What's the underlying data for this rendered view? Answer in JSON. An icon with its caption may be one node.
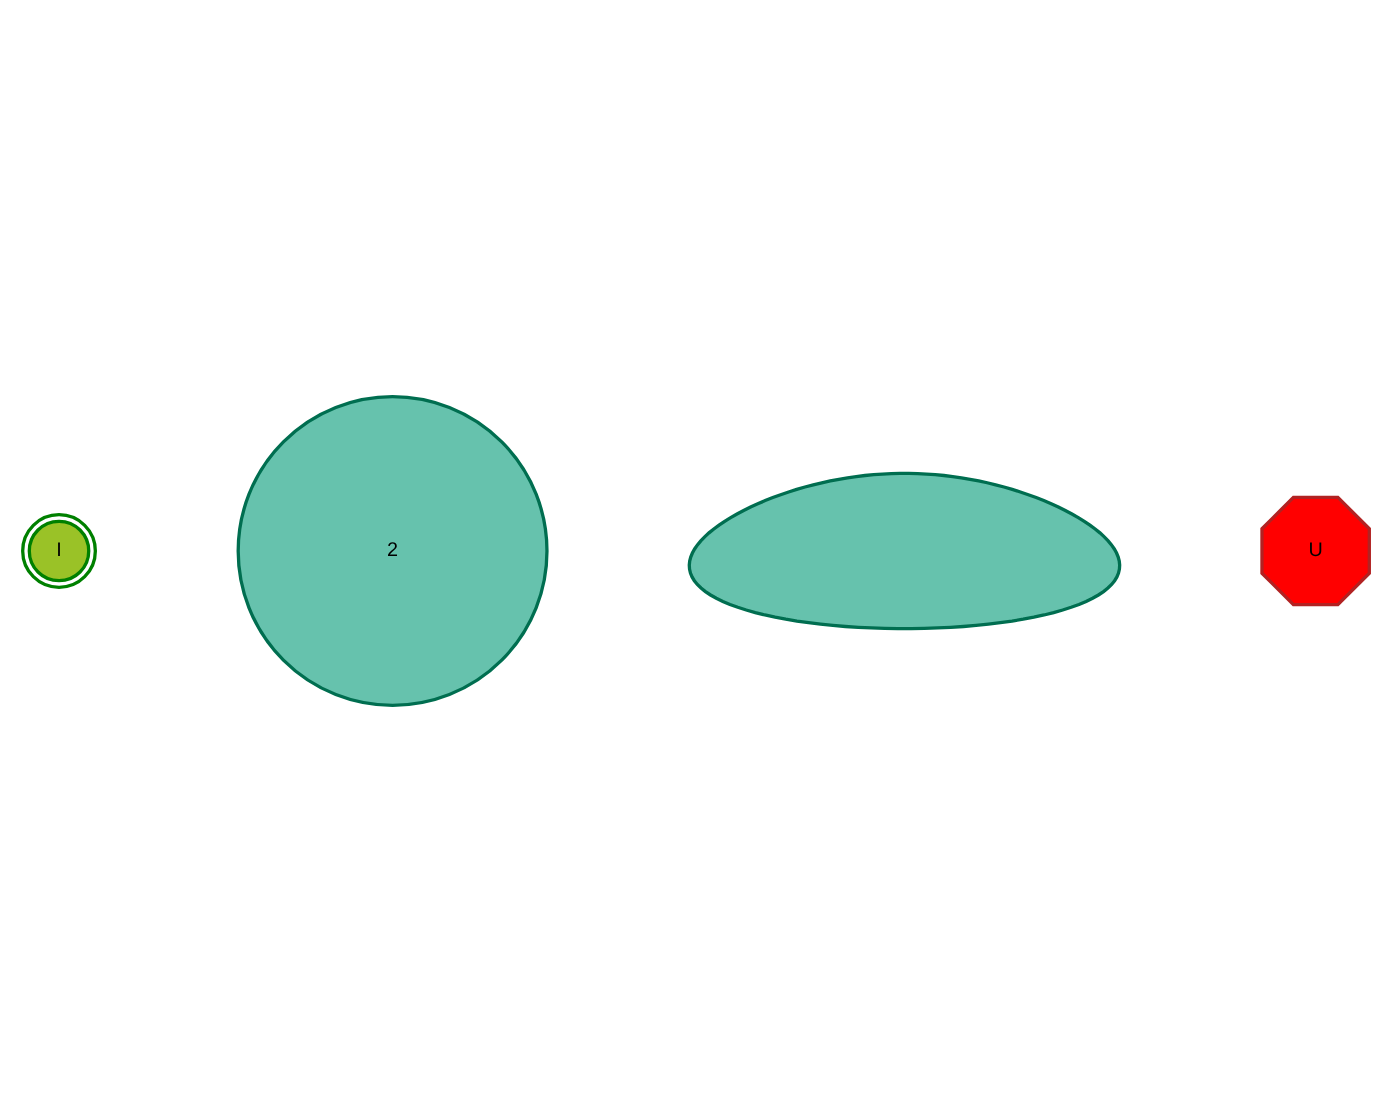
{
  "diagram": {
    "nodes": [
      {
        "text": [
          "I"
        ]
      },
      {
        "text": [
          "2"
        ]
      },
      {
        "text": [],
        "shape": "blob"
      },
      {
        "text": [
          "U"
        ]
      }
    ]
  }
}
